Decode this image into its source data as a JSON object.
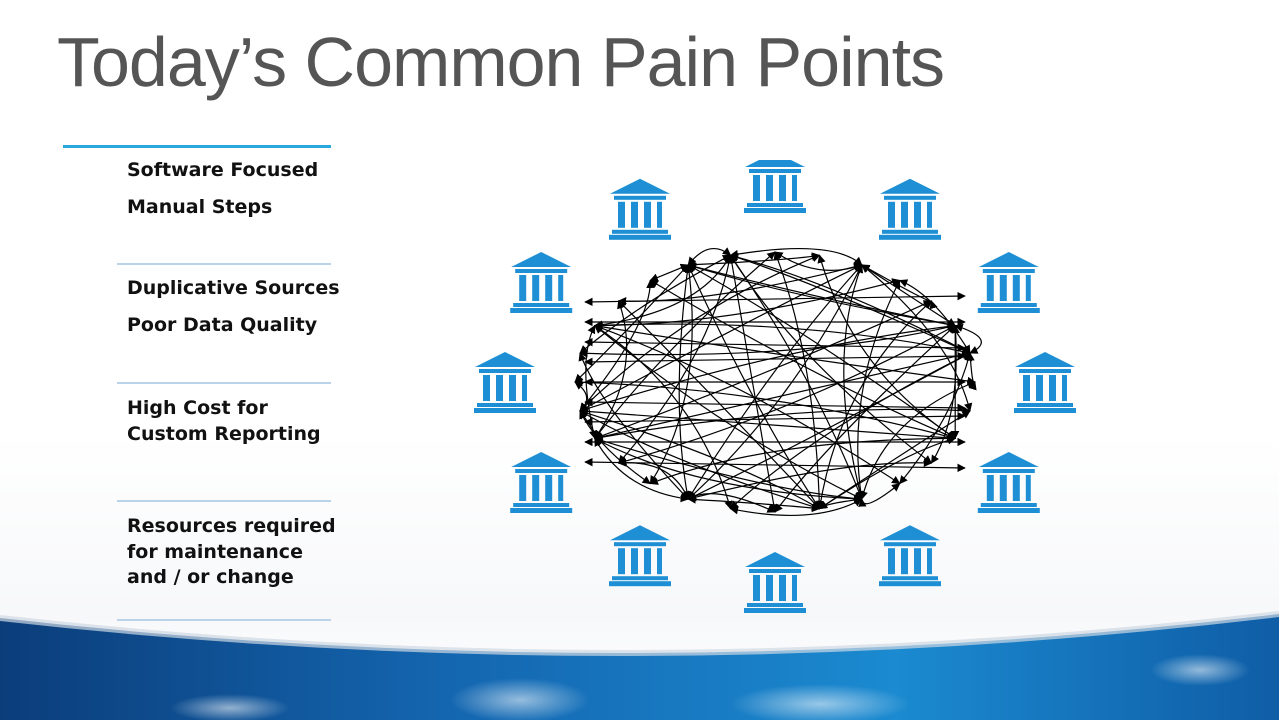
{
  "slide": {
    "title": "Today’s Common Pain Points",
    "accent_color": "#29a8dc",
    "icon_color": "#1e8fd4"
  },
  "pain_points": [
    {
      "id": "g1-a",
      "text": "Software Focused"
    },
    {
      "id": "g1-b",
      "text": "Manual Steps"
    },
    {
      "id": "g2-a",
      "text": "Duplicative Sources"
    },
    {
      "id": "g2-b",
      "text": "Poor Data Quality"
    },
    {
      "id": "g3-a",
      "text": "High Cost for"
    },
    {
      "id": "g3-b",
      "text": "Custom Reporting"
    },
    {
      "id": "g4-a",
      "text": "Resources required"
    },
    {
      "id": "g4-b",
      "text": "for maintenance"
    },
    {
      "id": "g4-c",
      "text": "and / or change"
    }
  ],
  "diagram": {
    "node_icon": "bank-building-icon",
    "node_count": 12
  }
}
